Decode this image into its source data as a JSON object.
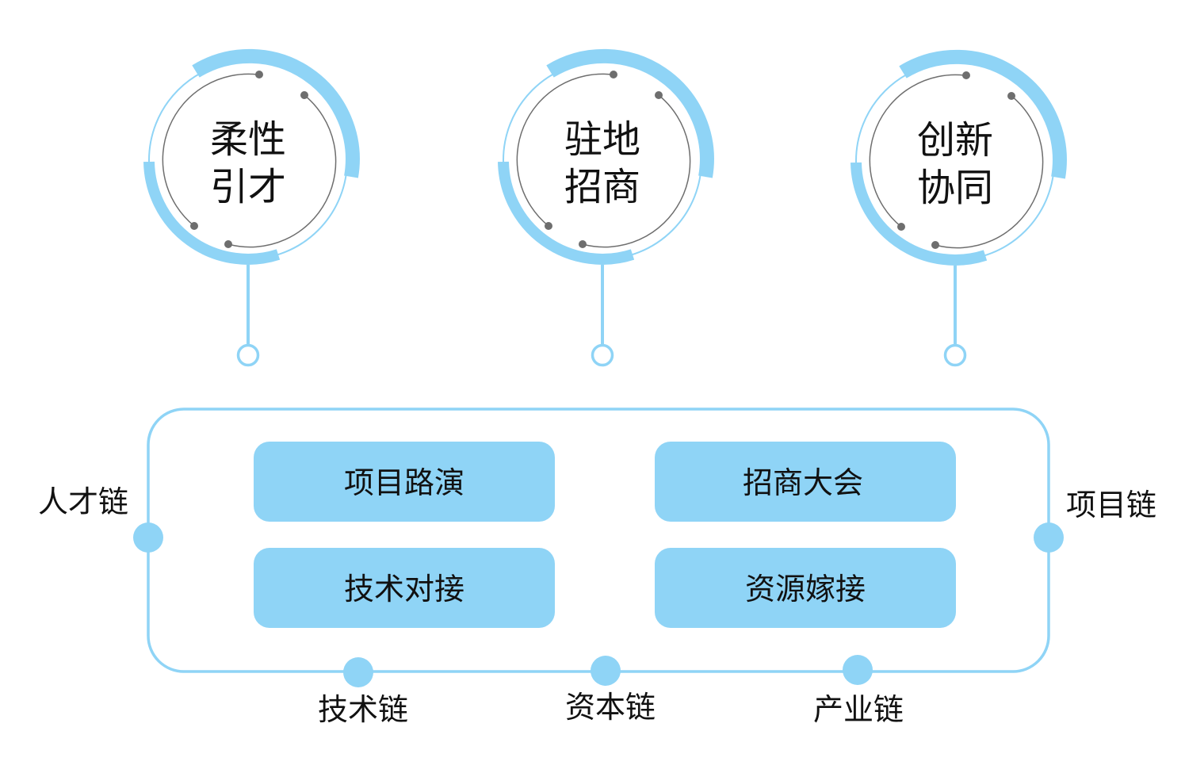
{
  "colors": {
    "accent": "#8fd4f6",
    "thin_line": "#6e6e6e",
    "dot": "#6e6e6e",
    "text": "#111111"
  },
  "circles": [
    {
      "line1": "柔性",
      "line2": "引才"
    },
    {
      "line1": "驻地",
      "line2": "招商"
    },
    {
      "line1": "创新",
      "line2": "协同"
    }
  ],
  "boxes": [
    {
      "label": "项目路演"
    },
    {
      "label": "招商大会"
    },
    {
      "label": "技术对接"
    },
    {
      "label": "资源嫁接"
    }
  ],
  "chains": {
    "left": "人才链",
    "right": "项目链",
    "bottom": [
      "技术链",
      "资本链",
      "产业链"
    ]
  }
}
